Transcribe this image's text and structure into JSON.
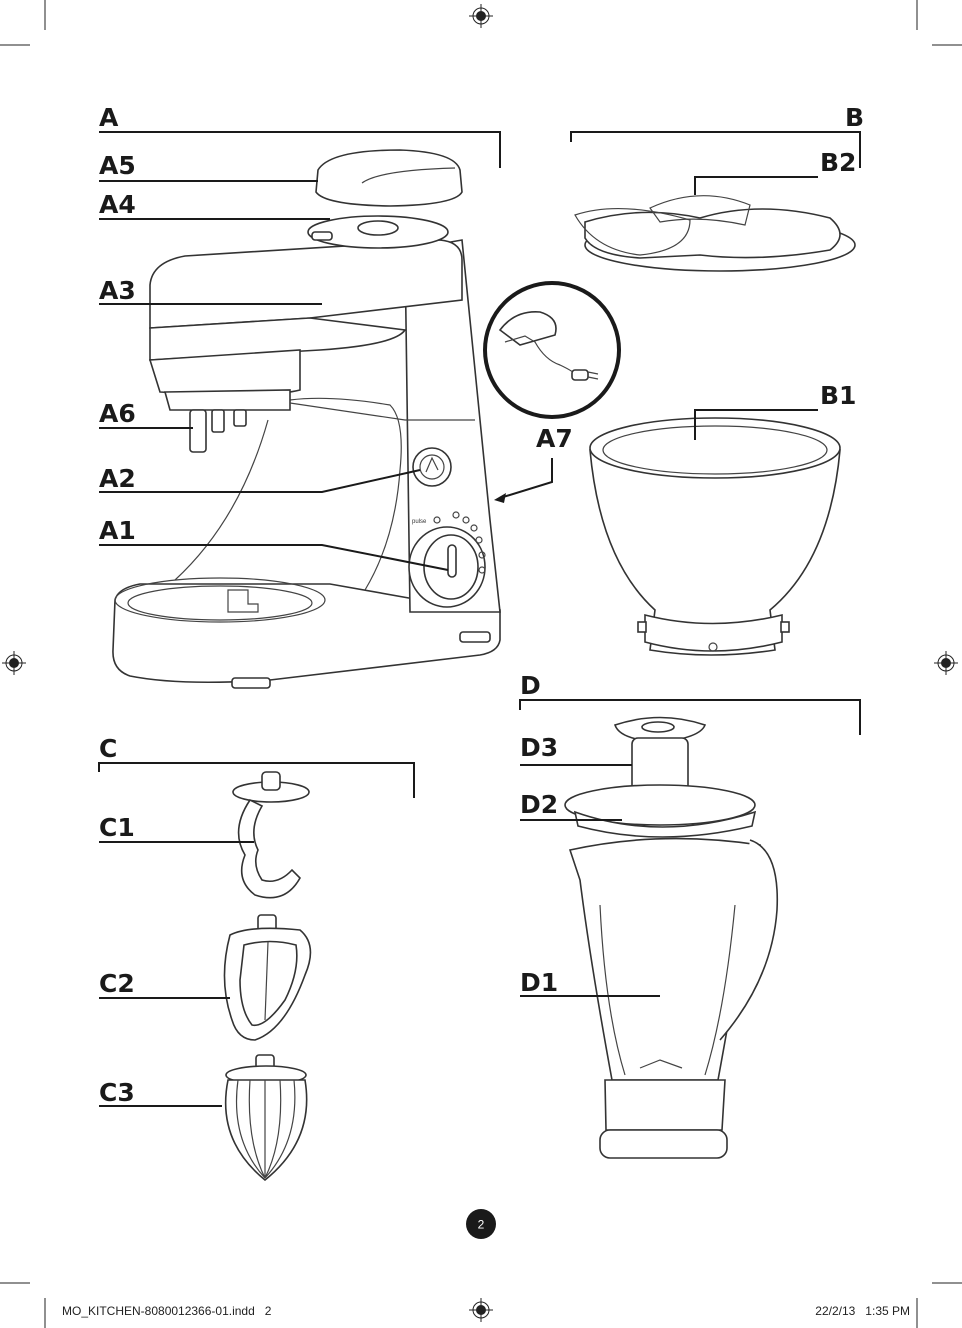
{
  "groups": {
    "A": "A",
    "B": "B",
    "C": "C",
    "D": "D"
  },
  "callouts": {
    "A1": "A1",
    "A2": "A2",
    "A3": "A3",
    "A4": "A4",
    "A5": "A5",
    "A6": "A6",
    "A7": "A7",
    "B1": "B1",
    "B2": "B2",
    "C1": "C1",
    "C2": "C2",
    "C3": "C3",
    "D1": "D1",
    "D2": "D2",
    "D3": "D3"
  },
  "page_number": "2",
  "footer": {
    "file": "MO_KITCHEN-8080012366-01.indd   2",
    "date": "22/2/13   1:35 PM"
  },
  "dial_text": "pulse"
}
